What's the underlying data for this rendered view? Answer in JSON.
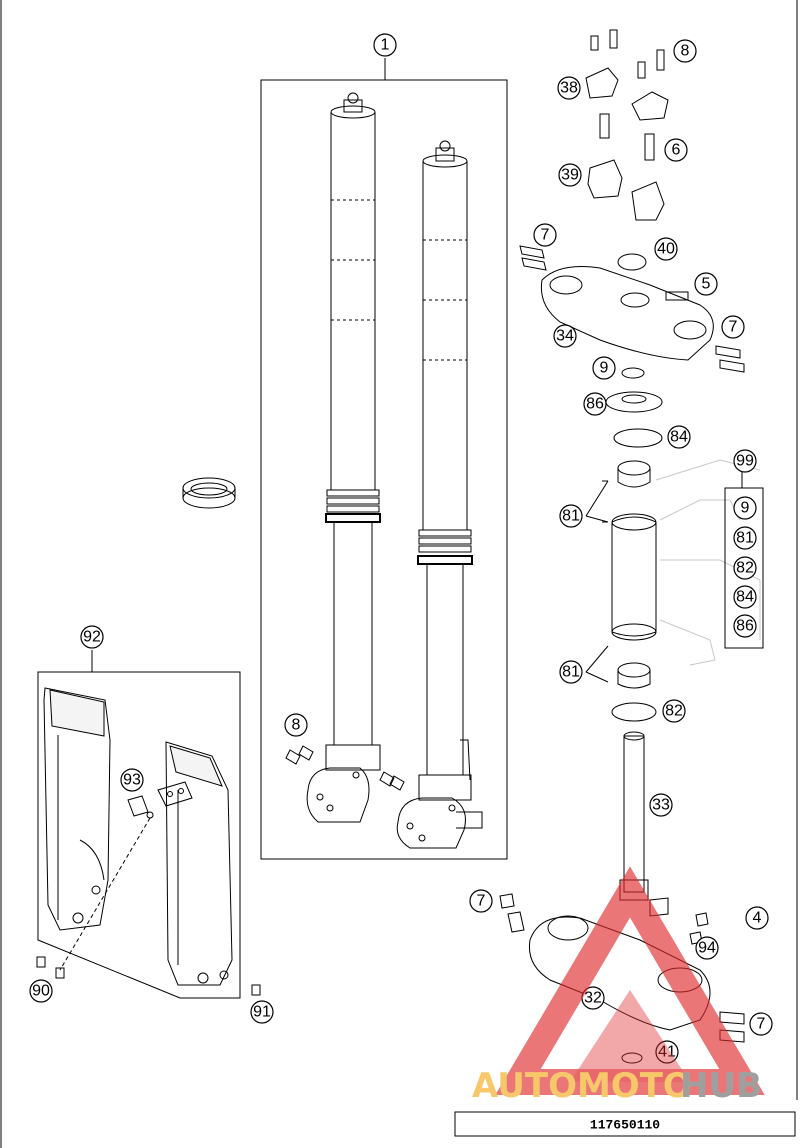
{
  "diagram": {
    "part_number": "117650110",
    "callouts": {
      "c1": "1",
      "c8a": "8",
      "c38": "38",
      "c6": "6",
      "c39": "39",
      "c7a": "7",
      "c40": "40",
      "c5": "5",
      "c34": "34",
      "c7b": "7",
      "c9a": "9",
      "c86a": "86",
      "c84a": "84",
      "c99": "99",
      "c81a": "81",
      "c81b": "81",
      "c82a": "82",
      "c33": "33",
      "c92": "92",
      "c93": "93",
      "c8b": "8",
      "c90": "90",
      "c91": "91",
      "c7c": "7",
      "c4": "4",
      "c94": "94",
      "c32": "32",
      "c7d": "7",
      "c41": "41"
    },
    "kit_99_items": [
      "9",
      "81",
      "82",
      "84",
      "86"
    ]
  },
  "watermark": {
    "part1": "AUTOMOTO",
    "part2": "HUB",
    "color1": "#f5b63a",
    "color2": "#808080",
    "triangle_color": "#e0292b"
  }
}
